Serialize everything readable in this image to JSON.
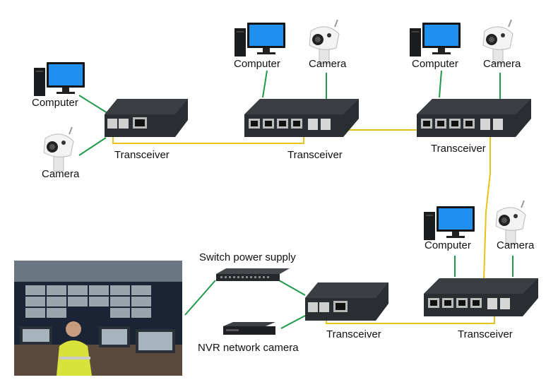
{
  "labels": {
    "computer": "Computer",
    "camera": "Camera",
    "transceiver": "Transceiver",
    "switch_power_supply": "Switch power supply",
    "nvr_network_camera": "NVR network camera"
  },
  "colors": {
    "copper_link": "#1e9a4a",
    "fiber_link": "#e8c21a",
    "device_body": "#2a2d31",
    "monitor_screen": "#1f8ff0"
  },
  "icons": [
    "computer-icon",
    "camera-icon",
    "transceiver-icon",
    "fiber-switch-icon",
    "power-switch-icon",
    "nvr-icon",
    "control-room-photo"
  ]
}
